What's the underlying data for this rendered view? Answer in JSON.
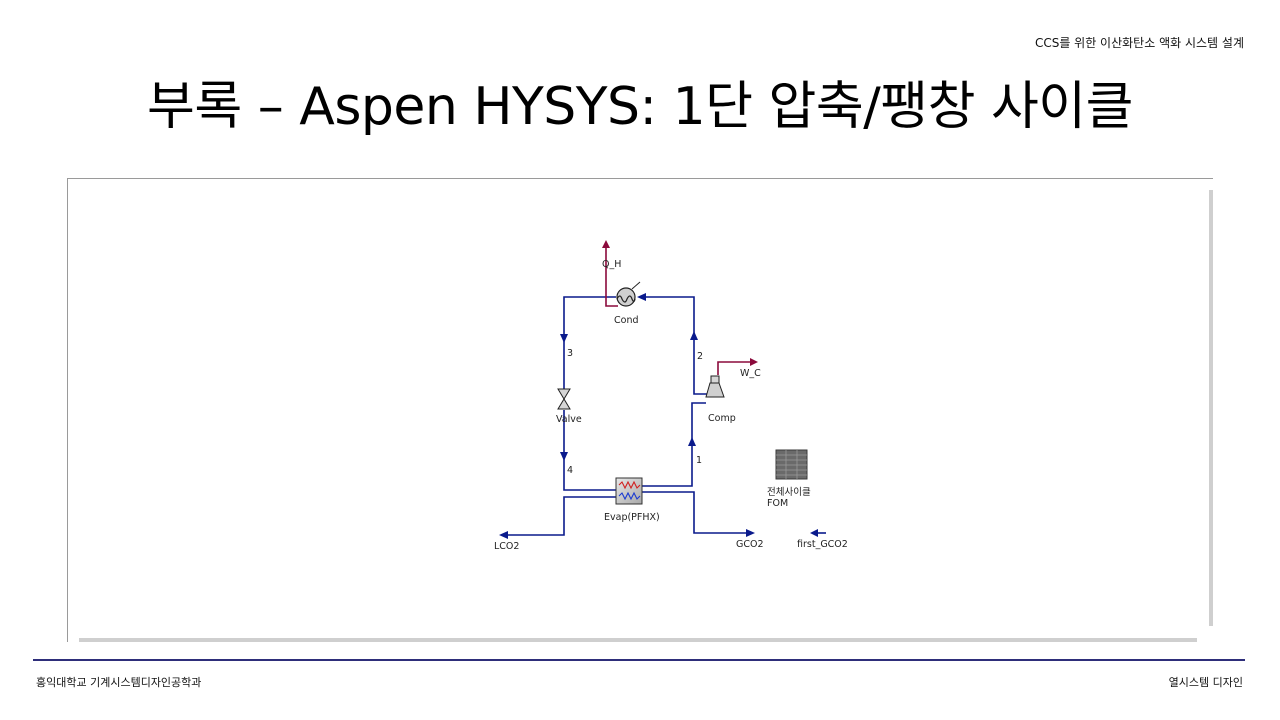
{
  "header": {
    "caption": "CCS를 위한 이산화탄소 액화 시스템 설계"
  },
  "title": "부록 – Aspen HYSYS: 1단 압축/팽창 사이클",
  "diagram": {
    "units": {
      "condenser": "Cond",
      "valve": "Valve",
      "compressor": "Comp",
      "evaporator": "Evap(PFHX)",
      "spreadsheet_line1": "전체사이클",
      "spreadsheet_line2": "FOM"
    },
    "streams": {
      "s1": "1",
      "s2": "2",
      "s3": "3",
      "s4": "4",
      "heat": "Q_H",
      "work": "W_C",
      "lco2": "LCO2",
      "gco2": "GCO2",
      "first_gco2": "first_GCO2"
    },
    "colors": {
      "material": "#0a1a8c",
      "energy": "#8b0a3c"
    }
  },
  "footer": {
    "left": "홍익대학교 기계시스템디자인공학과",
    "right": "열시스템 디자인"
  }
}
